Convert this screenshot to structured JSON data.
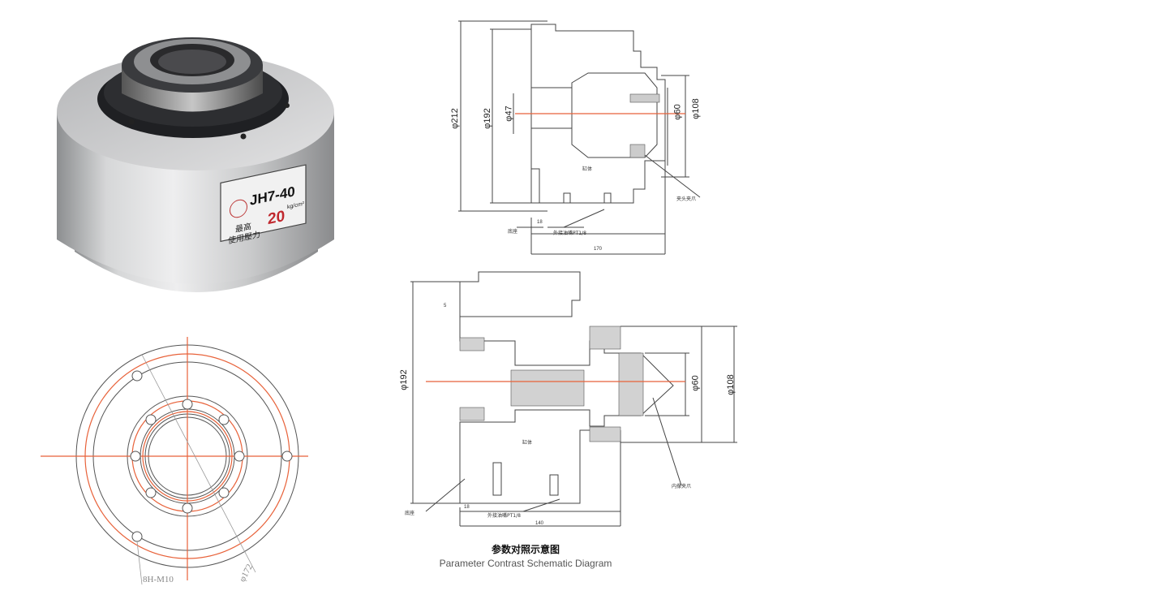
{
  "product": {
    "nameplate_model": "JH7-40",
    "nameplate_text_cn_1": "最高",
    "nameplate_text_cn_2": "使用壓力",
    "nameplate_pressure": "20",
    "nameplate_unit": "kg/cm²"
  },
  "front_view": {
    "label_bolt": "8H-M10",
    "label_pcd": "φ172"
  },
  "drawing_top": {
    "dim_outer": "φ212",
    "dim_body": "φ192",
    "dim_bore": "φ47",
    "dim_collet": "φ60",
    "dim_nose": "φ108",
    "dim_a": "18",
    "dim_len": "170",
    "label_body": "缸体",
    "label_base": "底座",
    "label_ports": "外接油嘴PT1/8",
    "label_collet": "夹头夹爪"
  },
  "drawing_bottom": {
    "dim_body": "φ192",
    "dim_collet": "φ60",
    "dim_nose": "φ108",
    "dim_a": "18",
    "dim_len": "140",
    "dim_small": "5",
    "label_body": "缸体",
    "label_base": "底座",
    "label_ports": "外接油嘴PT1/8",
    "label_collet": "内撑夹爪"
  },
  "caption": {
    "title_cn": "参数对照示意图",
    "title_en": "Parameter Contrast Schematic Diagram"
  },
  "colors": {
    "centerline": "#e8623a",
    "line": "#444444",
    "metal_light": "#d9dadb",
    "metal_dark": "#1e1f22"
  }
}
